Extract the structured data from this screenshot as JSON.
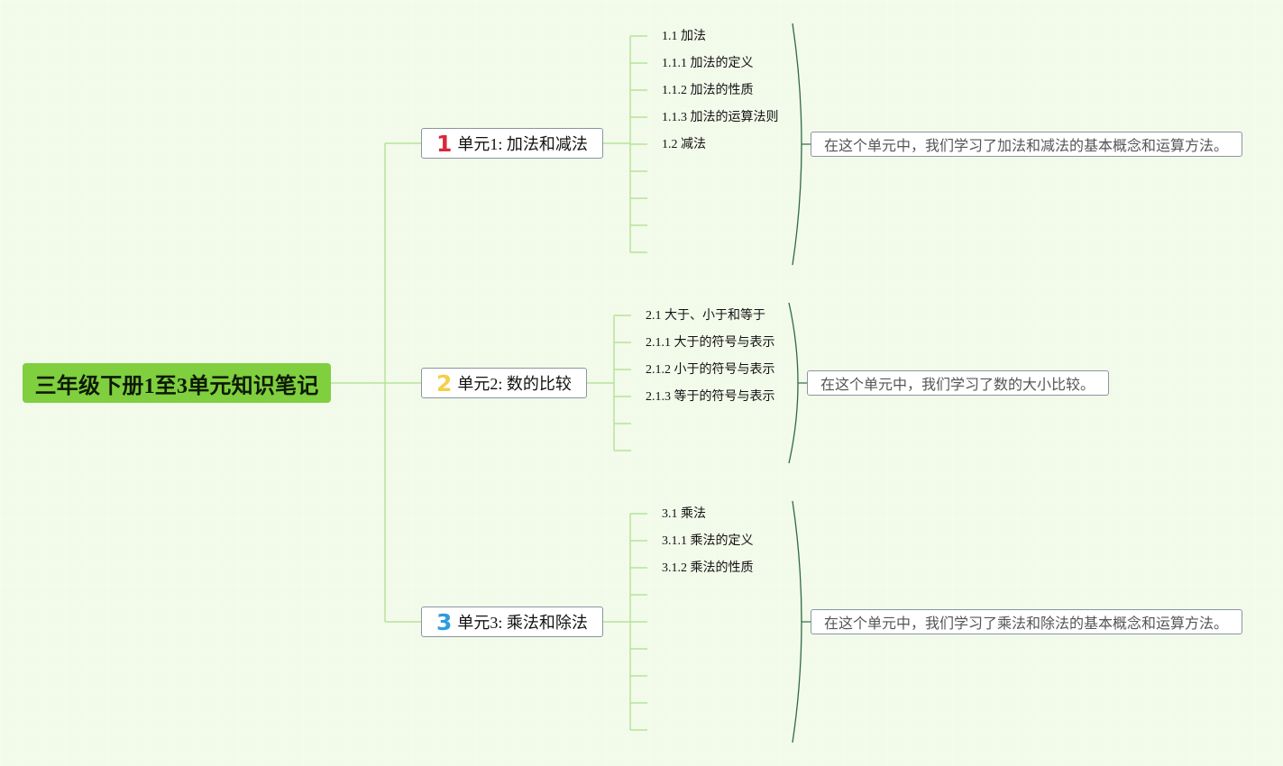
{
  "root": {
    "title": "三年级下册1至3单元知识笔记"
  },
  "units": [
    {
      "number": "1",
      "number_color": "#d8283c",
      "title": "单元1: 加法和减法",
      "topics": [
        "1.1 加法",
        "1.1.1 加法的定义",
        "1.1.2 加法的性质",
        "1.1.3 加法的运算法则",
        "1.2 减法"
      ],
      "summary": "在这个单元中，我们学习了加法和减法的基本概念和运算方法。"
    },
    {
      "number": "2",
      "number_color": "#f4cf4a",
      "title": "单元2: 数的比较",
      "topics": [
        "2.1 大于、小于和等于",
        "2.1.1 大于的符号与表示",
        "2.1.2 小于的符号与表示",
        "2.1.3 等于的符号与表示"
      ],
      "summary": "在这个单元中，我们学习了数的大小比较。"
    },
    {
      "number": "3",
      "number_color": "#2e9be0",
      "title": "单元3: 乘法和除法",
      "topics": [
        "3.1 乘法",
        "3.1.1 乘法的定义",
        "3.1.2 乘法的性质"
      ],
      "summary": "在这个单元中，我们学习了乘法和除法的基本概念和运算方法。"
    }
  ],
  "colors": {
    "background": "#f2faea",
    "root_fill": "#7fcf3f",
    "connector": "#b7e39a",
    "summary_brace": "#2f6b45"
  }
}
